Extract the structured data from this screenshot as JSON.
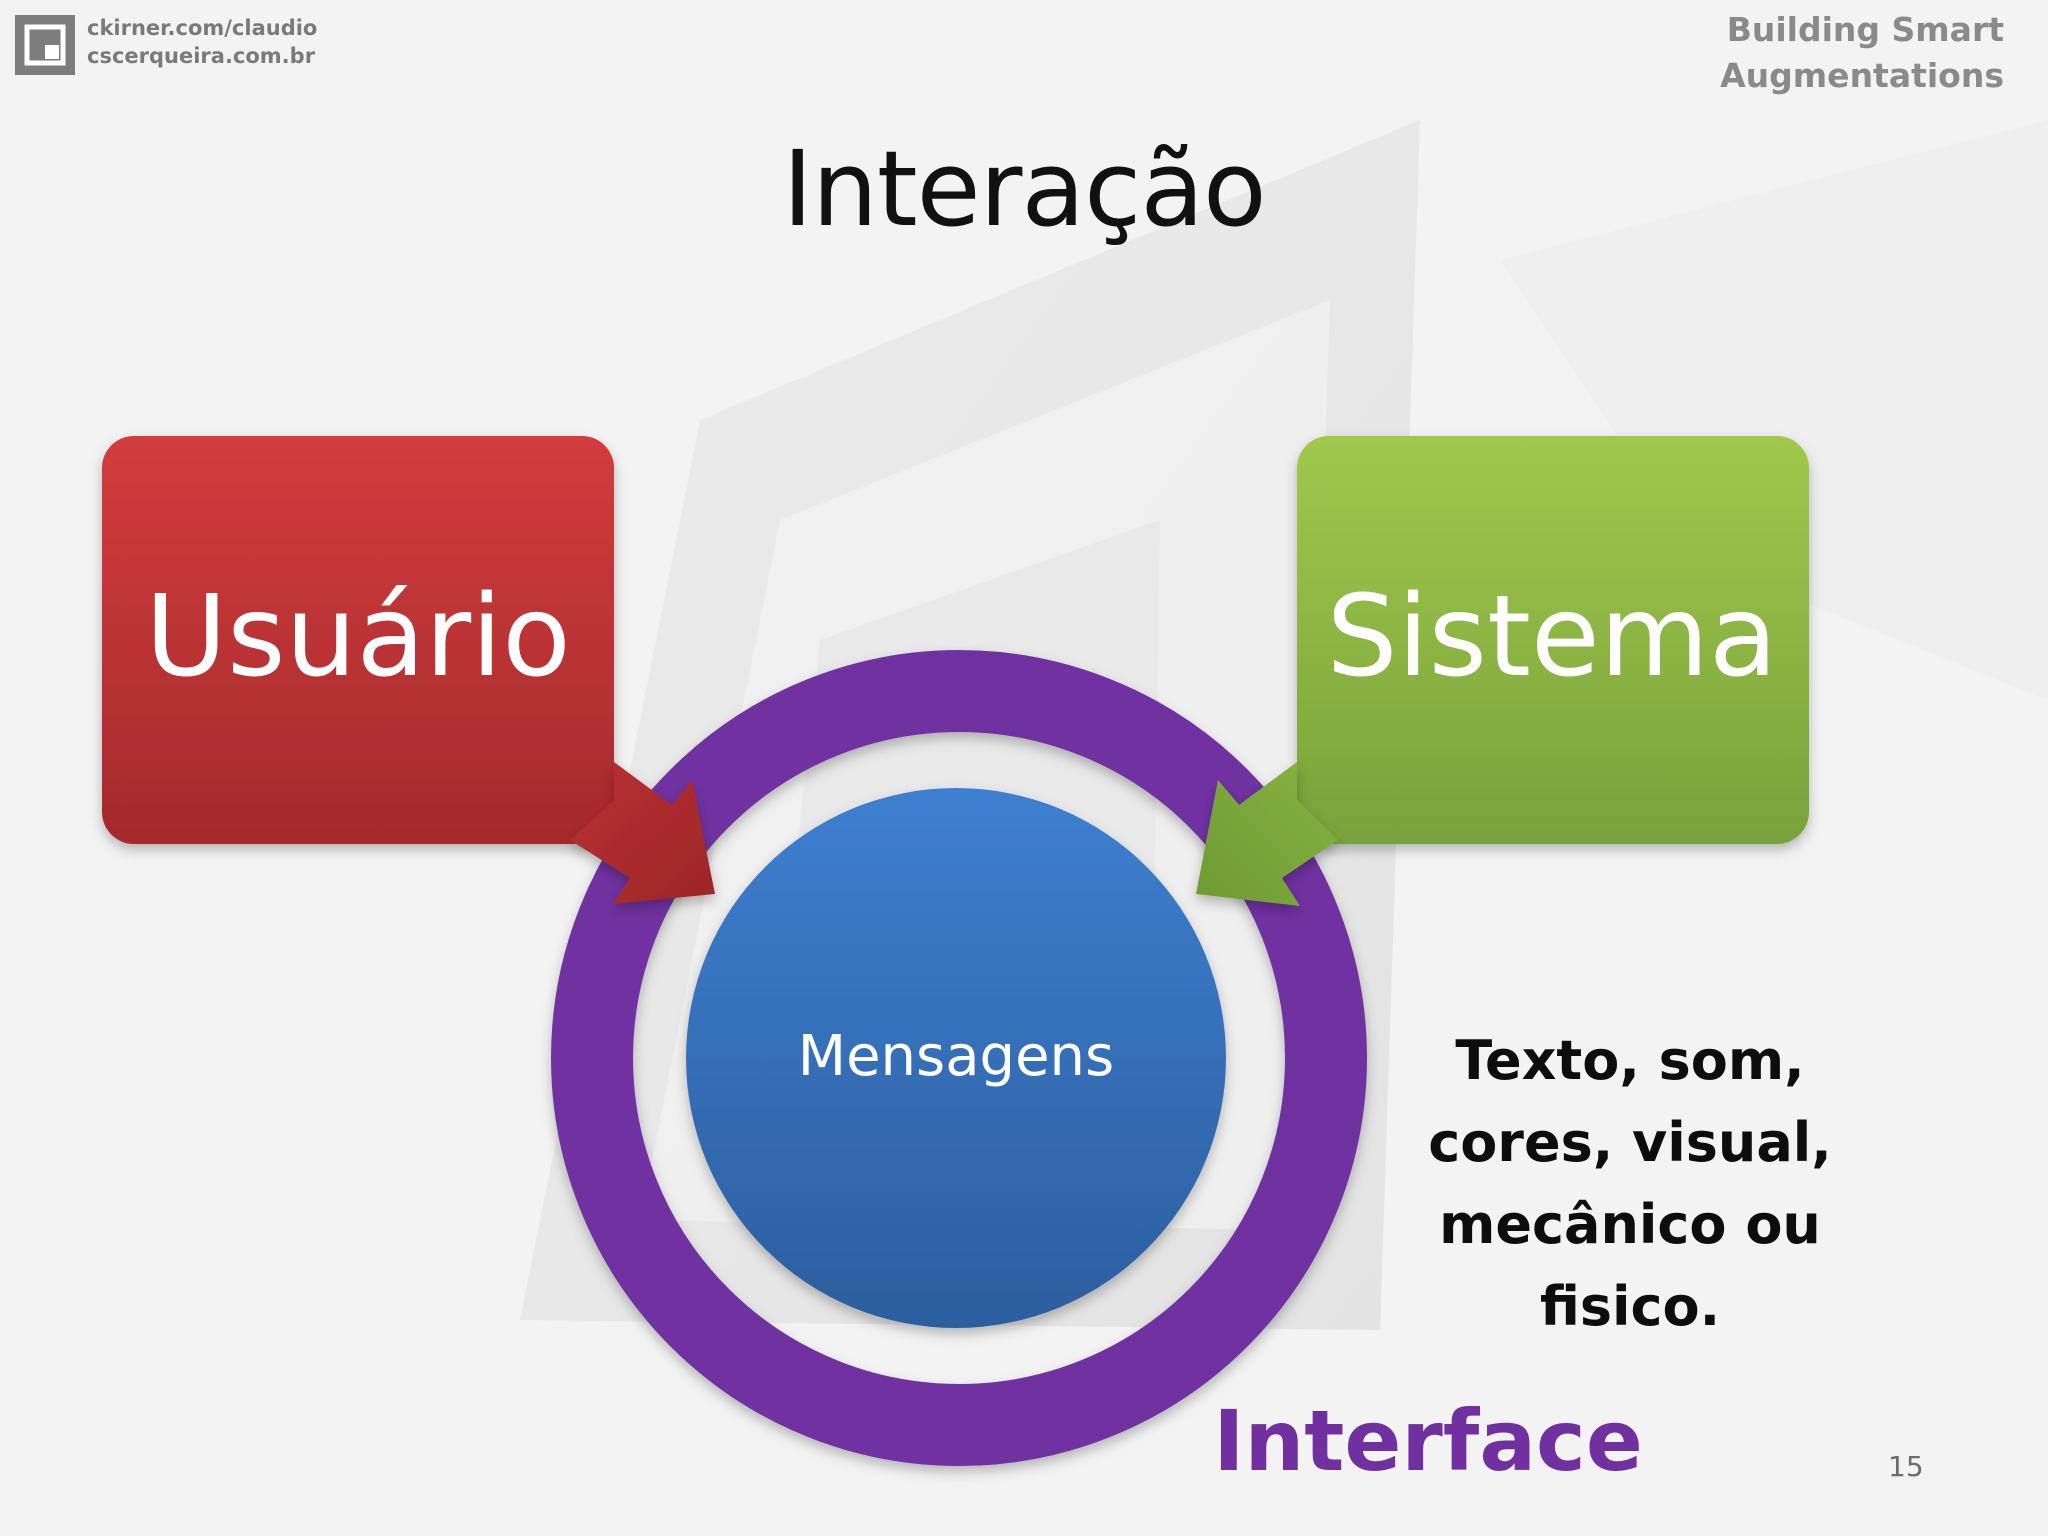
{
  "header": {
    "site_lines": [
      "ckirner.com/claudio",
      "cscerqueira.com.br"
    ],
    "brand_lines": [
      "Building Smart",
      "Augmentations"
    ]
  },
  "slide": {
    "title": "Interação",
    "page_number": "15"
  },
  "diagram": {
    "user_box": {
      "label": "Usuário",
      "color": "#c8373a"
    },
    "system_box": {
      "label": "Sistema",
      "color": "#8fba45"
    },
    "center_circle": {
      "label": "Mensagens",
      "color": "#3a76c2"
    },
    "ring": {
      "label": "Interface",
      "color": "#7030a0"
    },
    "description_lines": [
      "Texto, som,",
      "cores, visual,",
      "mecânico ou",
      "fisico."
    ]
  }
}
